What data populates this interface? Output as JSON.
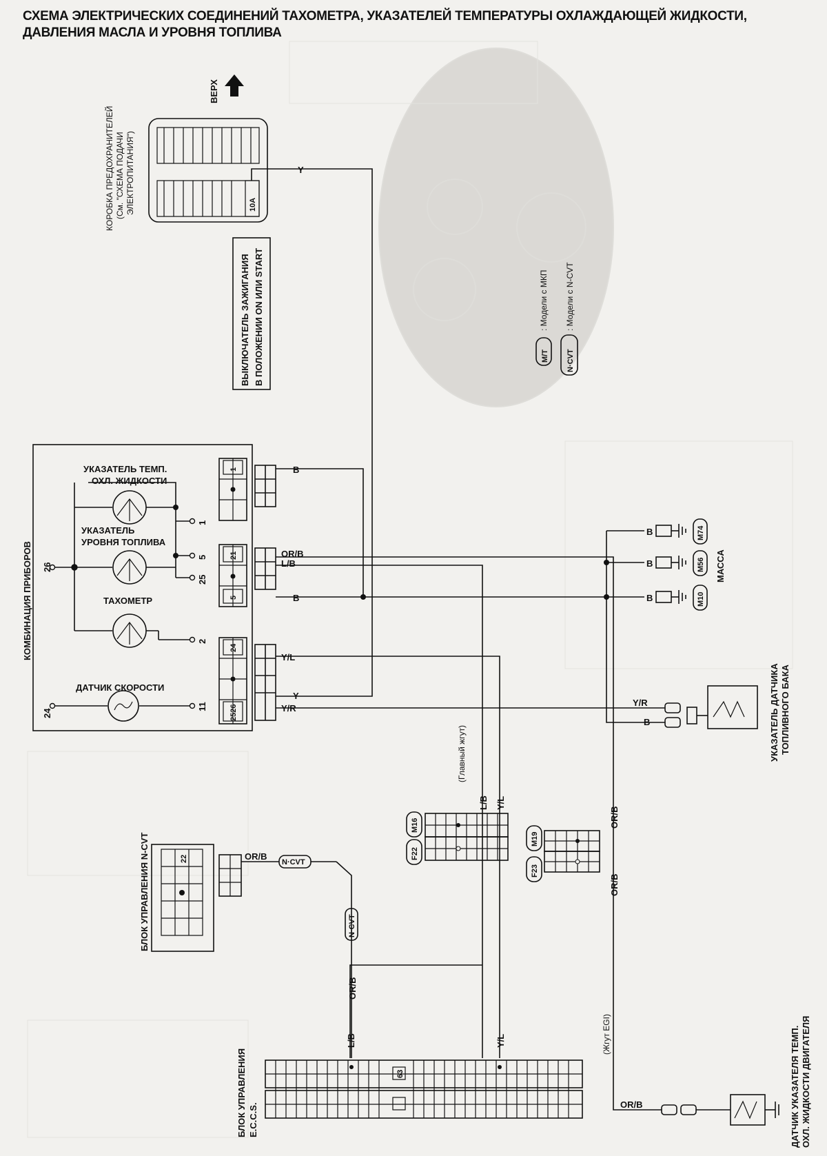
{
  "title": "СХЕМА ЭЛЕКТРИЧЕСКИХ СОЕДИНЕНИЙ ТАХОМЕТРА, УКАЗАТЕЛЕЙ ТЕМПЕРАТУРЫ ОХЛАЖДАЮЩЕЙ ЖИДКОСТИ, ДАВЛЕНИЯ МАСЛА И УРОВНЯ ТОПЛИВА",
  "orientation": "ВЕРХ",
  "fuse_box": {
    "label_line1": "КОРОБКА ПРЕДОХРАНИТЕЛЕЙ",
    "label_line2": "(См. \"СХЕМА ПОДАЧИ",
    "label_line3": "ЭЛЕКТРОПИТАНИЯ\")",
    "fuse": "10A"
  },
  "ignition_switch": {
    "line1": "ВЫКЛЮЧАТЕЛЬ ЗАЖИГАНИЯ",
    "line2": "В ПОЛОЖЕНИИ ON ИЛИ START"
  },
  "legend": [
    {
      "badge": "M/T",
      "text": ": Модели с МКП"
    },
    {
      "badge": "N·CVT",
      "text": ": Модели с N-CVT"
    }
  ],
  "combination_meter": {
    "label": "КОМБИНАЦИЯ ПРИБОРОВ",
    "gauges": [
      {
        "name_line1": "УКАЗАТЕЛЬ ТЕМП.",
        "name_line2": "ОХЛ. ЖИДКОСТИ"
      },
      {
        "name_line1": "УКАЗАТЕЛЬ",
        "name_line2": "УРОВНЯ ТОПЛИВА"
      },
      {
        "name_line1": "ТАХОМЕТР",
        "name_line2": ""
      },
      {
        "name_line1": "ДАТЧИК СКОРОСТИ",
        "name_line2": ""
      }
    ],
    "terminals": [
      "26",
      "1",
      "5",
      "25",
      "2",
      "24",
      "11"
    ],
    "connector_pins": [
      "1",
      "21",
      "5",
      "24",
      "25",
      "26"
    ]
  },
  "wires": {
    "y_top": "Y",
    "b1": "B",
    "orb": "OR/B",
    "lb": "L/B",
    "b2": "B",
    "yl": "Y/L",
    "y": "Y",
    "yr": "Y/R",
    "lb_v": "L/B",
    "yl_v": "Y/L",
    "orb_v": "OR/B",
    "orb_h": "OR/B",
    "yr_tank": "Y/R",
    "b_tank": "B",
    "b_ground1": "B",
    "b_ground2": "B",
    "b_ground3": "B",
    "orb_ecu": "OR/B",
    "orb_ecu2": "OR/B",
    "lb_ecu": "L/B",
    "yl_ecu": "Y/L",
    "orb_sensor": "OR/B"
  },
  "connectors": [
    "M16",
    "F22",
    "M19",
    "F23",
    "M74",
    "M56",
    "M10"
  ],
  "ground": "МАССА",
  "main_harness": "(Главный жгут)",
  "egi_harness": "(Жгут EGI)",
  "fuel_sender": {
    "line1": "УКАЗАТЕЛЬ ДАТЧИКА",
    "line2": "ТОПЛИВНОГО БАКА"
  },
  "temp_sensor": {
    "line1": "ДАТЧИК УКАЗАТЕЛЯ ТЕМП.",
    "line2": "ОХЛ. ЖИДКОСТИ ДВИГАТЕЛЯ"
  },
  "ncvt_unit": {
    "label": "БЛОК УПРАВЛЕНИЯ N-CVT",
    "pin": "22",
    "badge": "N·CVT"
  },
  "ecm": {
    "line1": "БЛОК УПРАВЛЕНИЯ",
    "line2": "E.C.C.S.",
    "pin": "63"
  },
  "colors": {
    "ink": "#111111",
    "paper": "#f2f1ee",
    "faint": "#c9c7c2"
  }
}
